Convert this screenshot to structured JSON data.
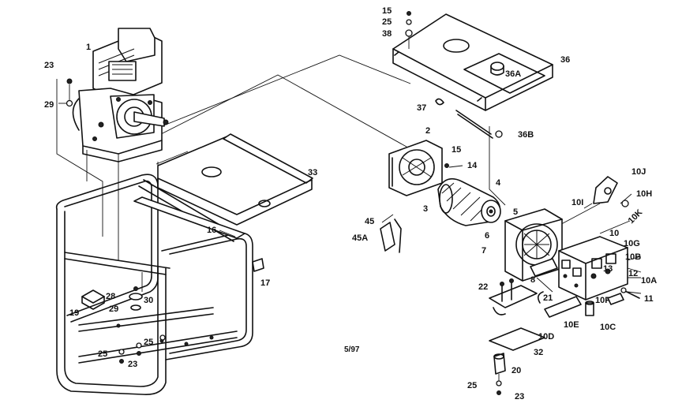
{
  "diagram": {
    "date_code": "5/97",
    "callouts": {
      "c1": "1",
      "c23a": "23",
      "c29a": "29",
      "c15a": "15",
      "c25a": "25",
      "c38": "38",
      "c36": "36",
      "c36a": "36A",
      "c37": "37",
      "c36b": "36B",
      "c2": "2",
      "c15b": "15",
      "c14": "14",
      "c33": "33",
      "c4": "4",
      "c3": "3",
      "c5": "5",
      "c6": "6",
      "c7": "7",
      "c10j": "10J",
      "c10i": "10I",
      "c10h": "10H",
      "c10k": "10K",
      "c10": "10",
      "c10g": "10G",
      "c10b": "10B",
      "c13": "13",
      "c12": "12",
      "c10a": "10A",
      "c11": "11",
      "c10f": "10F",
      "c10c": "10C",
      "c10e": "10E",
      "c10d": "10D",
      "c45": "45",
      "c45a": "45A",
      "c16": "16",
      "c17": "17",
      "c8": "8",
      "c22": "22",
      "c21": "21",
      "c32": "32",
      "c20": "20",
      "c25d": "25",
      "c23d": "23",
      "c28": "28",
      "c30": "30",
      "c29b": "29",
      "c19": "19",
      "c25b": "25",
      "c25c": "25",
      "c23b": "23"
    }
  }
}
